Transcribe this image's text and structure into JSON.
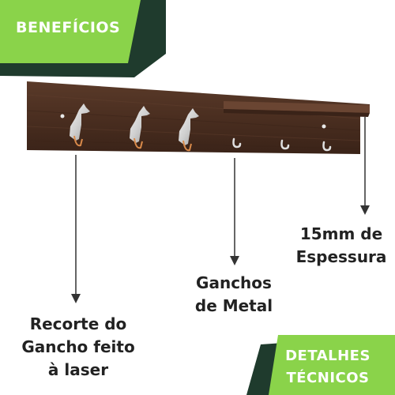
{
  "badges": {
    "top": "BENEFÍCIOS",
    "bottom": "DETALHES\nTÉCNICOS"
  },
  "callouts": {
    "laser": "Recorte do\nGancho feito\nà laser",
    "hooks": "Ganchos\nde Metal",
    "thickness": "15mm de\nEspessura"
  },
  "colors": {
    "green": "#8ad34a",
    "dark_green": "#1f3b2d",
    "wood": "#4a2e20",
    "steel": "#d9d9d9"
  }
}
